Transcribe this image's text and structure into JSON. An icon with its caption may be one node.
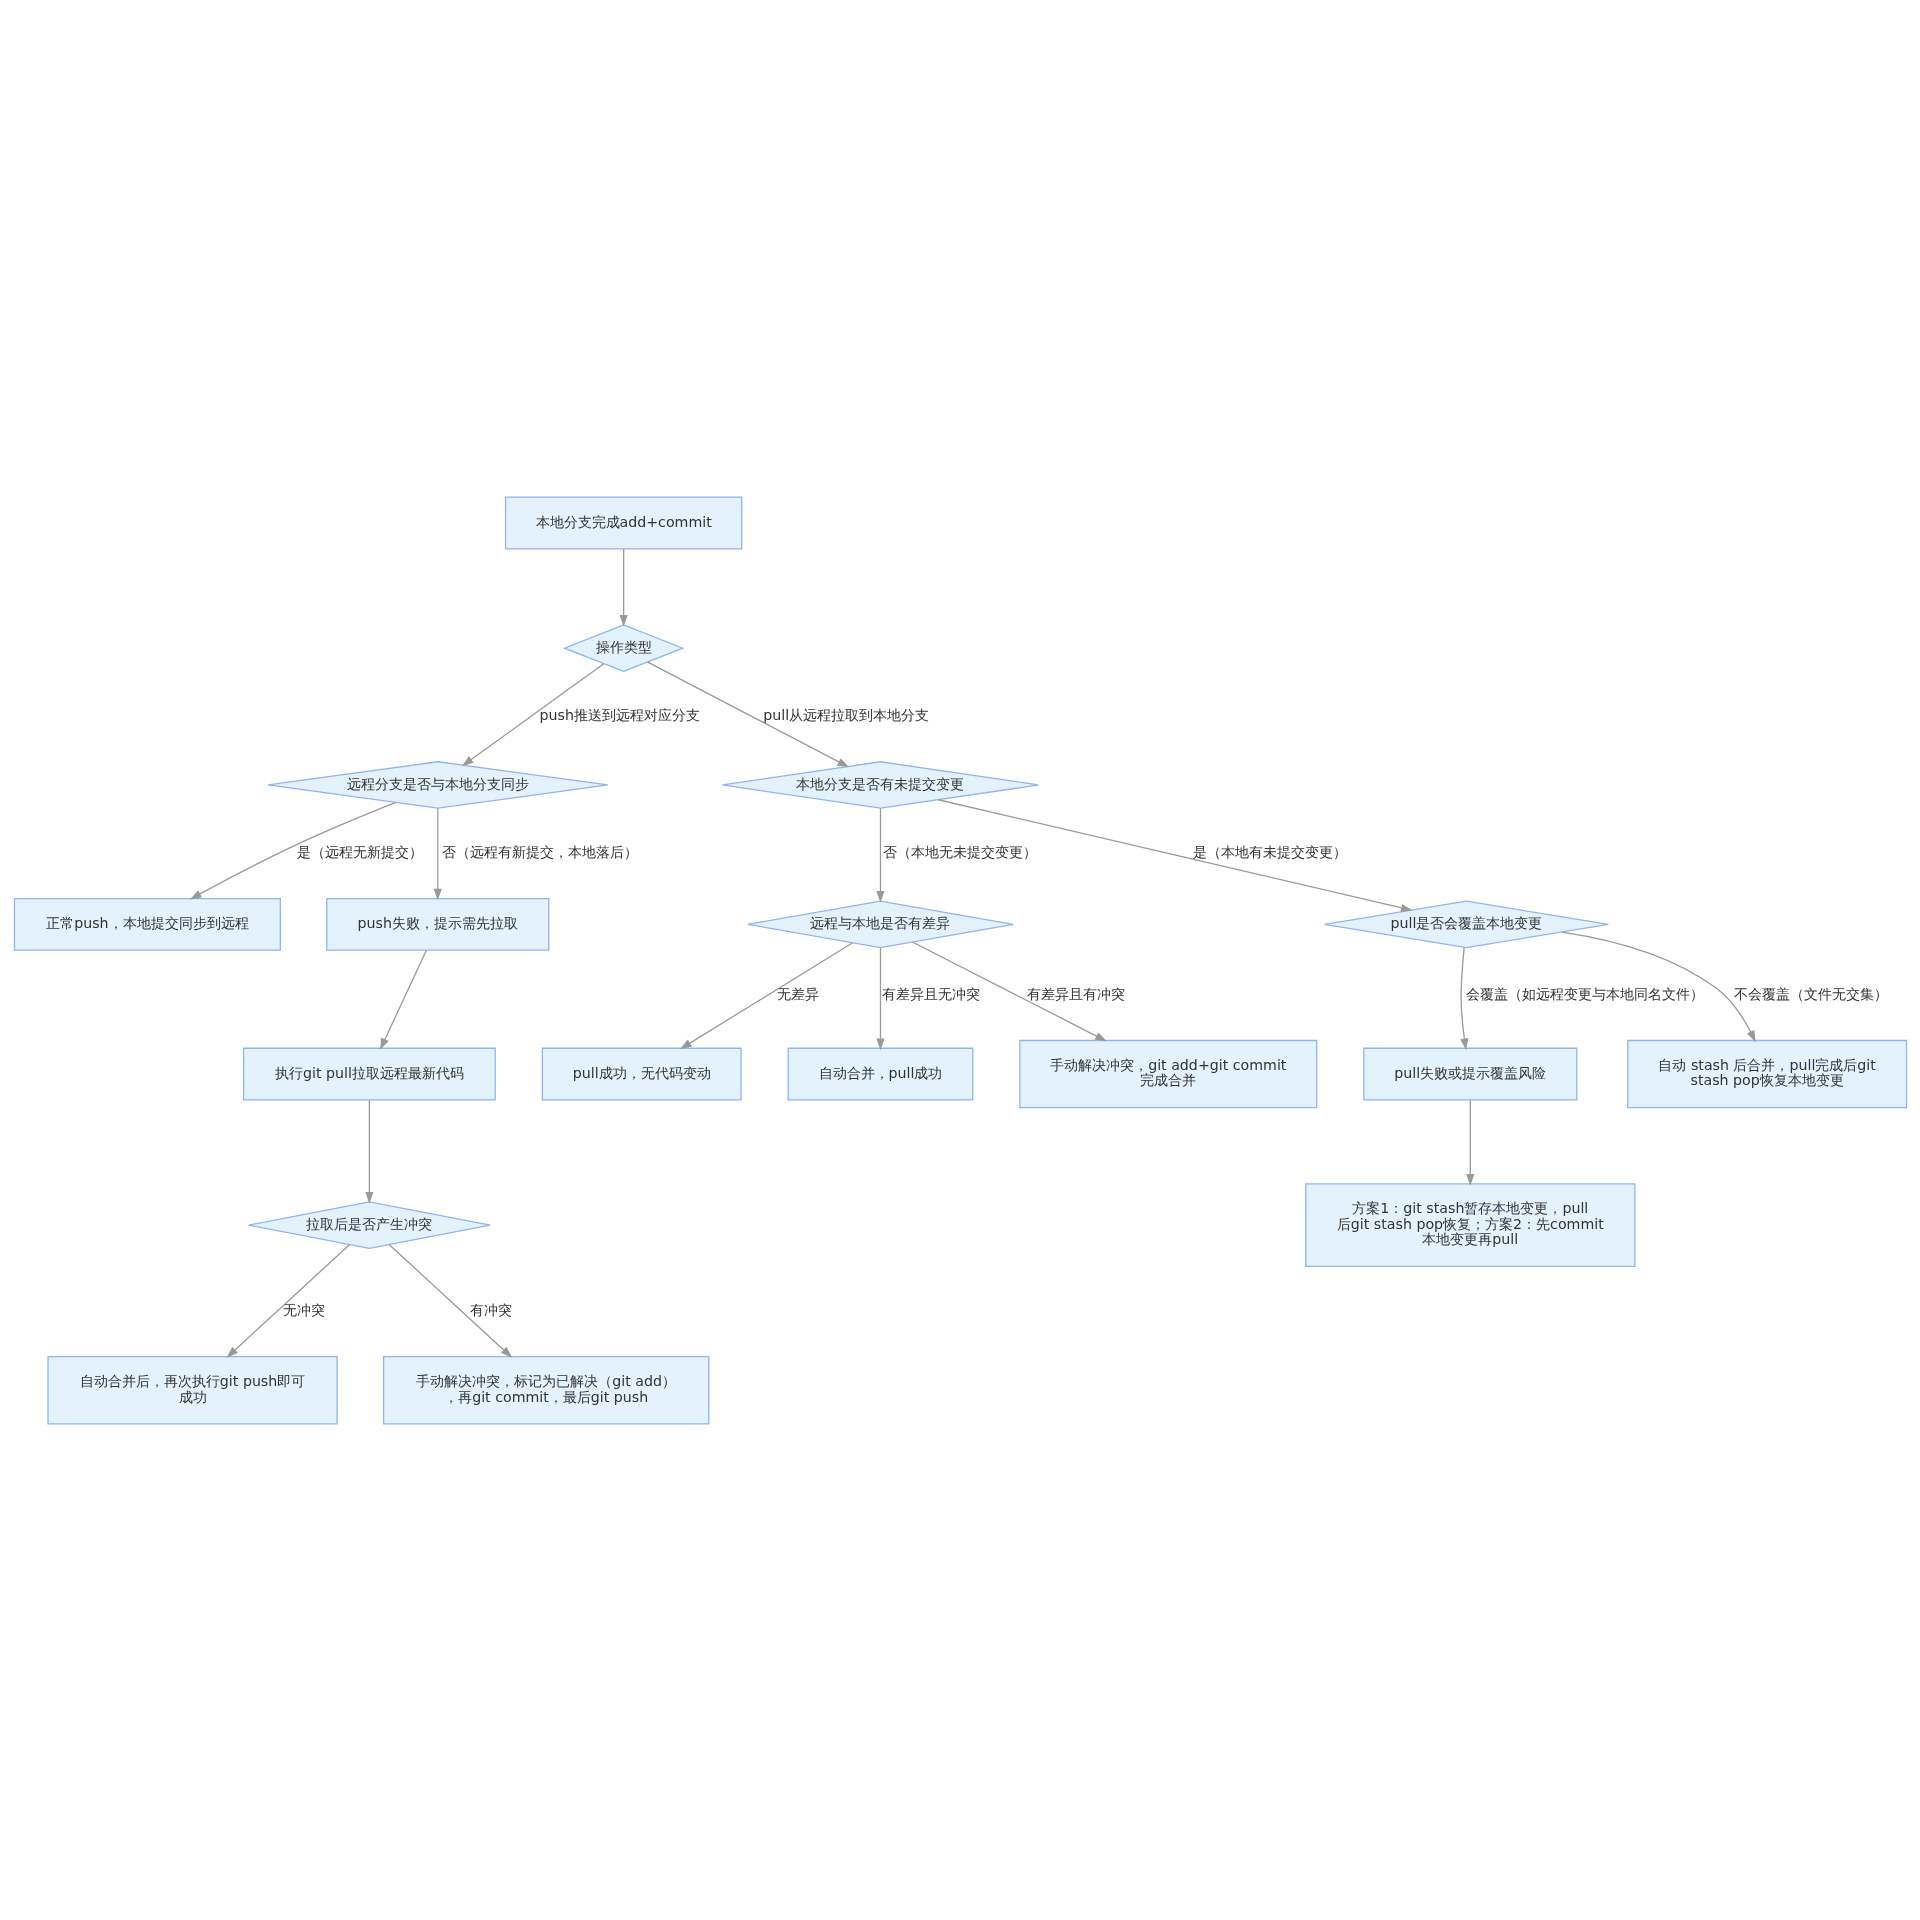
{
  "diagram": {
    "nodes": [
      {
        "text": [
          "本地分支完成add+commit"
        ]
      },
      {
        "text": [
          "操作类型"
        ]
      },
      {
        "text": [
          "远程分支是否与本地分支同步"
        ]
      },
      {
        "text": [
          "本地分支是否有未提交变更"
        ]
      },
      {
        "text": [
          "正常push，本地提交同步到远程"
        ]
      },
      {
        "text": [
          "push失败，提示需先拉取"
        ]
      },
      {
        "text": [
          "远程与本地是否有差异"
        ]
      },
      {
        "text": [
          "pull是否会覆盖本地变更"
        ]
      },
      {
        "text": [
          "执行git pull拉取远程最新代码"
        ]
      },
      {
        "text": [
          "pull成功，无代码变动"
        ]
      },
      {
        "text": [
          "自动合并，pull成功"
        ]
      },
      {
        "text": [
          "手动解决冲突，git add+git commit完成合并"
        ]
      },
      {
        "text": [
          "pull失败或提示覆盖风险"
        ]
      },
      {
        "text": [
          "自动 stash 后合并，pull完成后git stash pop恢复本地变更"
        ]
      },
      {
        "text": [
          "拉取后是否产生冲突"
        ]
      },
      {
        "text": [
          "方案1：git stash暂存本地变更，pull后git stash pop恢复；方案2：先commit本地变更再pull"
        ]
      },
      {
        "text": [
          "自动合并后，再次执行git push即可成功"
        ]
      },
      {
        "text": [
          "手动解决冲突，标记为已解决（git add），再git commit，最后git push"
        ]
      }
    ],
    "edges": [
      {
        "from": 0,
        "to": 1,
        "arrow": "to"
      },
      {
        "from": 1,
        "to": 2,
        "arrow": "to",
        "label": "push推送到远程对应分支"
      },
      {
        "from": 1,
        "to": 3,
        "arrow": "to",
        "label": "pull从远程拉取到本地分支"
      },
      {
        "from": 2,
        "to": 4,
        "arrow": "to",
        "label": "是（远程无新提交）"
      },
      {
        "from": 2,
        "to": 5,
        "arrow": "to",
        "label": "否（远程有新提交，本地落后）"
      },
      {
        "from": 5,
        "to": 8,
        "arrow": "to"
      },
      {
        "from": 8,
        "to": 14,
        "arrow": "to"
      },
      {
        "from": 14,
        "to": 16,
        "arrow": "to",
        "label": "无冲突"
      },
      {
        "from": 14,
        "to": 17,
        "arrow": "to",
        "label": "有冲突"
      },
      {
        "from": 3,
        "to": 6,
        "arrow": "to",
        "label": "否（本地无未提交变更）"
      },
      {
        "from": 3,
        "to": 7,
        "arrow": "to",
        "label": "是（本地有未提交变更）"
      },
      {
        "from": 6,
        "to": 9,
        "arrow": "to",
        "label": "无差异"
      },
      {
        "from": 6,
        "to": 10,
        "arrow": "to",
        "label": "有差异且无冲突"
      },
      {
        "from": 6,
        "to": 11,
        "arrow": "to",
        "label": "有差异且有冲突"
      },
      {
        "from": 7,
        "to": 12,
        "arrow": "to",
        "label": "会覆盖（如远程变更与本地同名文件）"
      },
      {
        "from": 7,
        "to": 13,
        "arrow": "to",
        "label": "不会覆盖（文件无交集）"
      },
      {
        "from": 12,
        "to": 15,
        "arrow": "to"
      }
    ]
  }
}
